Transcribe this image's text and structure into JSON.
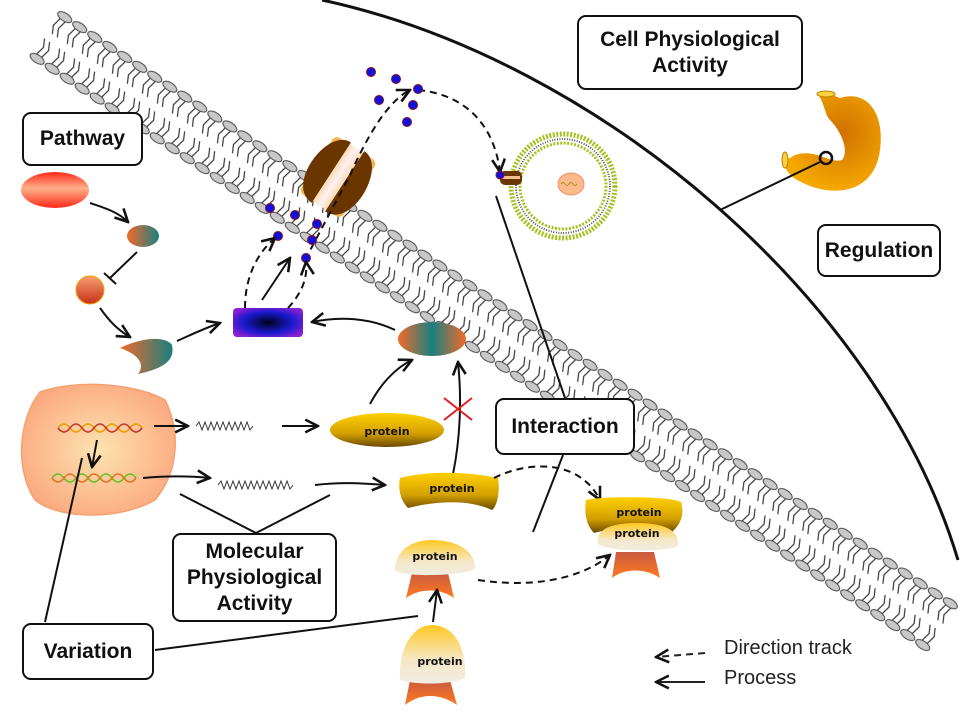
{
  "labels": {
    "pathway": "Pathway",
    "cell_physiological_activity": "Cell Physiological Activity",
    "regulation": "Regulation",
    "interaction": "Interaction",
    "molecular_physiological_activity": "Molecular Physiological Activity",
    "variation": "Variation"
  },
  "proteins": {
    "p1": "protein",
    "p2": "protein",
    "p3": "protein",
    "p4": "protein",
    "complex_top": "protein",
    "complex_bottom": "protein"
  },
  "legend": {
    "direction_track": "Direction track",
    "process": "Process"
  },
  "colors": {
    "molecule_blue": "#1010e0",
    "channel_brown": "#6b3500",
    "protein_gold": "#d4a000",
    "inhibit_red": "#e02020",
    "stomach_orange": "#e39a00",
    "nucleus_peach": "#fbb98c"
  }
}
